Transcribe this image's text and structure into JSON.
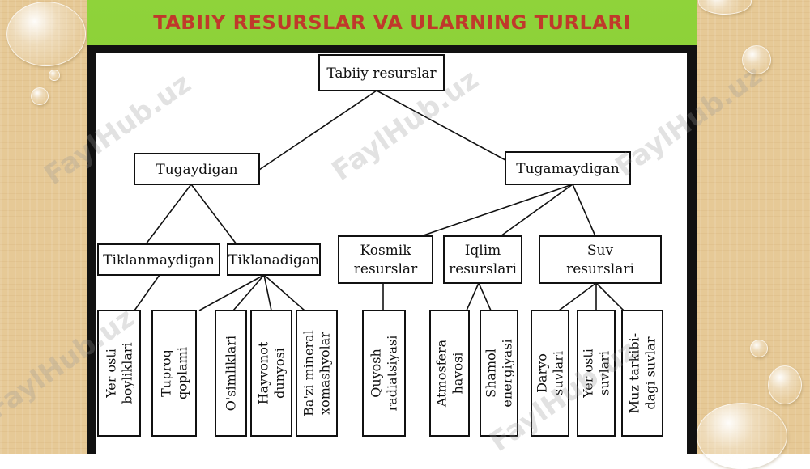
{
  "slide": {
    "title": "TABIIY RESURSLAR VA ULARNING TURLARI"
  },
  "watermark": "FaylHub.uz",
  "colors": {
    "title": "#c0392b",
    "slide_green": "#7cc52b",
    "background": "#e6c996"
  },
  "diagram": {
    "root": "Tabiiy resurslar",
    "level1": {
      "left": "Tugaydigan",
      "right": "Tugamaydigan"
    },
    "level2": {
      "tiklanmaydigan": "Tiklanmaydigan",
      "tiklanadigan": "Tiklanadigan",
      "kosmik": [
        "Kosmik",
        "resurslar"
      ],
      "iqlim": [
        "Iqlim",
        "resurslari"
      ],
      "suv": [
        "Suv",
        "resurslari"
      ]
    },
    "leaves": {
      "yer_osti_boyliklari": [
        "Yer osti",
        "boyliklari"
      ],
      "tuproq_qoplami": [
        "Tuproq",
        "qoplami"
      ],
      "osimliklari": [
        "O'simliklari"
      ],
      "hayvonot_dunyosi": [
        "Hayvonot",
        "dunyosi"
      ],
      "bazi_mineral": [
        "Ba'zi mineral",
        "xomashyolar"
      ],
      "quyosh": [
        "Quyosh",
        "radiatsiyasi"
      ],
      "atmosfera": [
        "Atmosfera",
        "havosi"
      ],
      "shamol": [
        "Shamol",
        "energiyasi"
      ],
      "daryo": [
        "Daryo",
        "suvlari"
      ],
      "yer_osti_suvlari": [
        "Yer osti",
        "suvlari"
      ],
      "muz": [
        "Muz tarkibi-",
        "dagi suvlar"
      ]
    }
  }
}
